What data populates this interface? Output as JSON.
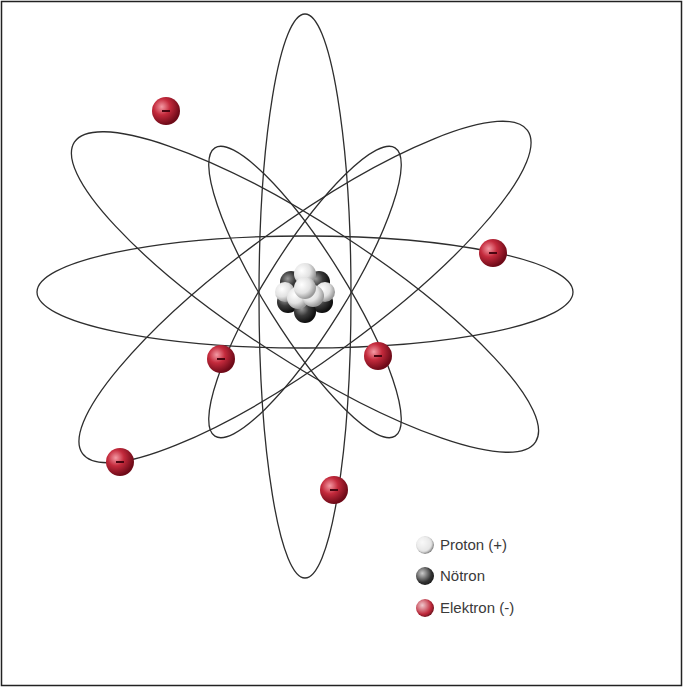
{
  "diagram": {
    "legend": [
      {
        "text": "Proton (+)",
        "color": "#e6e6e6"
      },
      {
        "text": "Nötron",
        "color": "#333333"
      },
      {
        "text": "Elektron (-)",
        "color": "#c0283a"
      }
    ]
  }
}
